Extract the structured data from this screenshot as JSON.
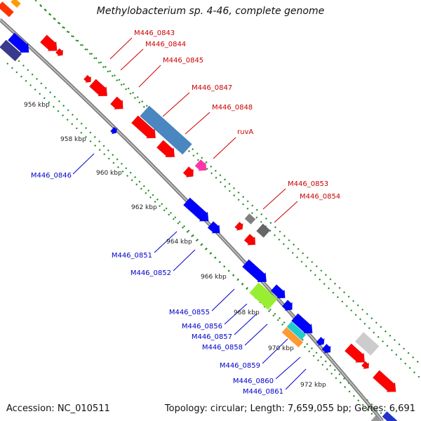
{
  "title": "Methylobacterium sp. 4-46, complete genome",
  "accession": "Accession: NC_010511",
  "topology": "Topology: circular; Length: 7,659,055 bp; Genes: 6,691",
  "colors": {
    "backbone": "#8c8c8c",
    "forward_gene": "#ff0000",
    "reverse_gene": "#0000ff",
    "tick_dots": "#228b22",
    "forward_label": "#cc0000",
    "reverse_label": "#0000cc"
  },
  "scale_ticks": [
    "956 kbp",
    "958 kbp",
    "960 kbp",
    "962 kbp",
    "964 kbp",
    "966 kbp",
    "968 kbp",
    "970 kbp",
    "972 kbp"
  ],
  "forward_labels": [
    "M446_0843",
    "M446_0844",
    "M446_0845",
    "M446_0847",
    "M446_0848",
    "ruvA",
    "M446_0853",
    "M446_0854"
  ],
  "reverse_labels": [
    "M446_0846",
    "M446_0851",
    "M446_0852",
    "M446_0855",
    "M446_0856",
    "M446_0857",
    "M446_0858",
    "M446_0859",
    "M446_0860",
    "M446_0861"
  ]
}
